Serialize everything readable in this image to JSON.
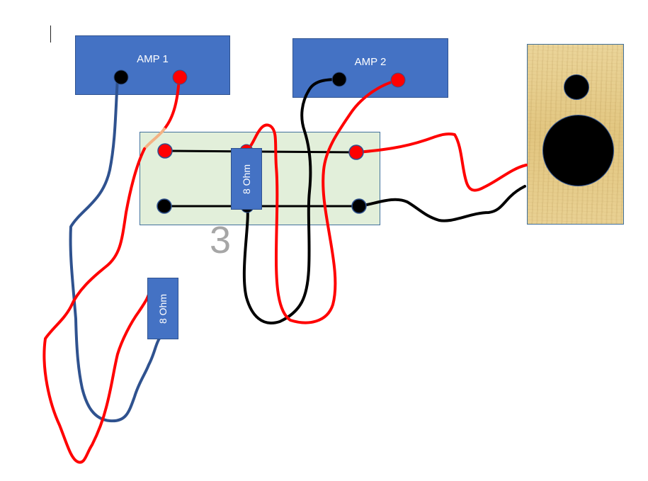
{
  "amp1": {
    "label": "AMP 1"
  },
  "amp2": {
    "label": "AMP 2"
  },
  "resistor_board": {
    "label": "8 Ohm"
  },
  "resistor_loose": {
    "label": "8 Ohm"
  },
  "diagram_number": "3",
  "colors": {
    "amp_fill": "#4472C4",
    "board_fill": "#E2EFDA",
    "positive_wire": "#FF0000",
    "negative_wire": "#000000",
    "amp1_negative_wire": "#2F528F",
    "speaker_wood": "#E2C680"
  }
}
